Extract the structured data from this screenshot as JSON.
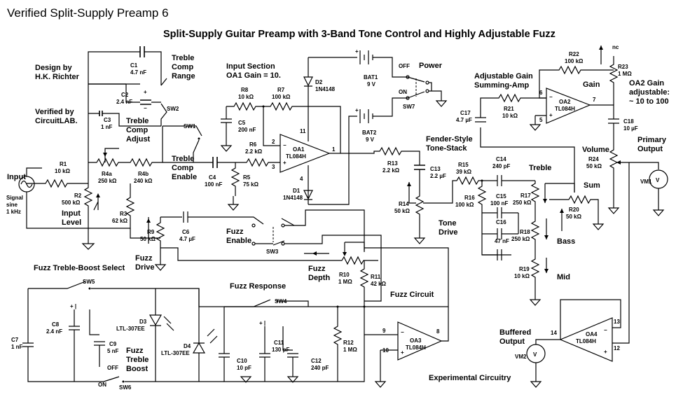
{
  "page_title": "Verified Split-Supply Preamp 6",
  "schematic_title": "Split-Supply Guitar Preamp with 3-Band Tone Control and Highly Adjustable Fuzz",
  "notes": {
    "design_by": "Design by",
    "designer": "H.K. Richter",
    "verified_by": "Verified by",
    "verifier": "CircuitLAB.",
    "input_section": "Input Section",
    "oa1_gain": "OA1 Gain = 10.",
    "adj_gain": "Adjustable Gain",
    "summing_amp": "Summing-Amp",
    "oa2_gain_1": "OA2 Gain",
    "oa2_gain_2": "adjustable:",
    "oa2_gain_3": "~ 10 to 100",
    "fender_1": "Fender-Style",
    "fender_2": "Tone-Stack",
    "fuzz_treble_select": "Fuzz Treble-Boost Select",
    "fuzz_response": "Fuzz Response",
    "fuzz_circuit": "Fuzz Circuit",
    "experimental": "Experimental Circuitry",
    "nc": "nc"
  },
  "controls": {
    "treble_comp_range": [
      "Treble",
      "Comp",
      "Range"
    ],
    "treble_comp_adjust": [
      "Treble",
      "Comp",
      "Adjust"
    ],
    "treble_comp_enable": [
      "Treble",
      "Comp",
      "Enable"
    ],
    "input_level": [
      "Input",
      "Level"
    ],
    "fuzz_drive": [
      "Fuzz",
      "Drive"
    ],
    "fuzz_enable": [
      "Fuzz",
      "Enable"
    ],
    "fuzz_depth": [
      "Fuzz",
      "Depth"
    ],
    "fuzz_treble_boost": [
      "Fuzz",
      "Treble",
      "Boost"
    ],
    "tone_drive": [
      "Tone",
      "Drive"
    ],
    "power": "Power",
    "gain": "Gain",
    "volume": "Volume",
    "primary_output": [
      "Primary",
      "Output"
    ],
    "buffered_output": [
      "Buffered",
      "Output"
    ],
    "treble": "Treble",
    "sum": "Sum",
    "bass": "Bass",
    "mid": "Mid",
    "input": "Input",
    "off": "OFF",
    "on": "ON"
  },
  "components": {
    "C1": [
      "C1",
      "4.7 nF"
    ],
    "C2": [
      "C2",
      "2.4 nF"
    ],
    "C3": [
      "C3",
      "1 nF"
    ],
    "R1": [
      "R1",
      "10 kΩ"
    ],
    "R2": [
      "R2",
      "500 kΩ"
    ],
    "R3": [
      "R3",
      "62 kΩ"
    ],
    "R4a": [
      "R4a",
      "250 kΩ"
    ],
    "R4b": [
      "R4b",
      "240 kΩ"
    ],
    "C4": [
      "C4",
      "100 nF"
    ],
    "R5": [
      "R5",
      "75 kΩ"
    ],
    "R6": [
      "R6",
      "2.2 kΩ"
    ],
    "C5": [
      "C5",
      "200 nF"
    ],
    "R8": [
      "R8",
      "10 kΩ"
    ],
    "R7": [
      "R7",
      "100 kΩ"
    ],
    "OA1": [
      "OA1",
      "TL084H"
    ],
    "D2": [
      "D2",
      "1N4148"
    ],
    "D1": [
      "D1",
      "1N4148"
    ],
    "BAT1": [
      "BAT1",
      "9 V"
    ],
    "BAT2": [
      "BAT2",
      "9 V"
    ],
    "R13": [
      "R13",
      "2.2 kΩ"
    ],
    "C13": [
      "C13",
      "2.2 µF"
    ],
    "R14": [
      "R14",
      "50 kΩ"
    ],
    "R15": [
      "R15",
      "39 kΩ"
    ],
    "R16": [
      "R16",
      "100 kΩ"
    ],
    "C14": [
      "C14",
      "240 pF"
    ],
    "C15": [
      "C15",
      "100 nF"
    ],
    "C16": [
      "C16",
      "47 nF"
    ],
    "R17": [
      "R17",
      "250 kΩ"
    ],
    "R18": [
      "R18",
      "250 kΩ"
    ],
    "R19": [
      "R19",
      "10 kΩ"
    ],
    "R20": [
      "R20",
      "50 kΩ"
    ],
    "C17": [
      "C17",
      "4.7 µF"
    ],
    "R21": [
      "R21",
      "10 kΩ"
    ],
    "R22": [
      "R22",
      "100 kΩ"
    ],
    "R23": [
      "R23",
      "1 MΩ"
    ],
    "OA2": [
      "OA2",
      "TL084H"
    ],
    "C18": [
      "C18",
      "10 µF"
    ],
    "R24": [
      "R24",
      "50 kΩ"
    ],
    "R9": [
      "R9",
      "50 kΩ"
    ],
    "C6": [
      "C6",
      "4.7 µF"
    ],
    "R10": [
      "R10",
      "1 MΩ"
    ],
    "R11": [
      "R11",
      "42 kΩ"
    ],
    "R12": [
      "R12",
      "1 MΩ"
    ],
    "OA3": [
      "OA3",
      "TL084H"
    ],
    "OA4": [
      "OA4",
      "TL084H"
    ],
    "C7": [
      "C7",
      "1 nF"
    ],
    "C8": [
      "C8",
      "2.4 nF"
    ],
    "C9": [
      "C9",
      "5 nF"
    ],
    "D3": [
      "D3",
      "LTL-307EE"
    ],
    "D4": [
      "D4",
      "LTL-307EE"
    ],
    "C10": [
      "C10",
      "10 pF"
    ],
    "C11": [
      "C11",
      "130 pF"
    ],
    "C12": [
      "C12",
      "240 pF"
    ]
  },
  "switches": {
    "SW1": "SW1",
    "SW2": "SW2",
    "SW3": "SW3",
    "SW4": "SW4",
    "SW5": "SW5",
    "SW6": "SW6",
    "SW7": "SW7"
  },
  "sources": {
    "signal": [
      "Signal",
      "sine",
      "1 kHz"
    ],
    "vm1": "VM1",
    "vm2": "VM2",
    "meter_symbol": "V"
  },
  "pins": {
    "oa1_inv": "2",
    "oa1_noninv": "3",
    "oa1_out": "1",
    "oa1_vpos": "11",
    "oa1_vneg": "4",
    "oa2_inv": "6",
    "oa2_noninv": "5",
    "oa2_out": "7",
    "oa3_inv": "9",
    "oa3_noninv": "10",
    "oa3_out": "8",
    "oa4_inv": "13",
    "oa4_noninv": "12",
    "oa4_out": "14"
  },
  "switch_marks": {
    "plus": "+",
    "minus": "−",
    "dot_bar": "+ |"
  }
}
